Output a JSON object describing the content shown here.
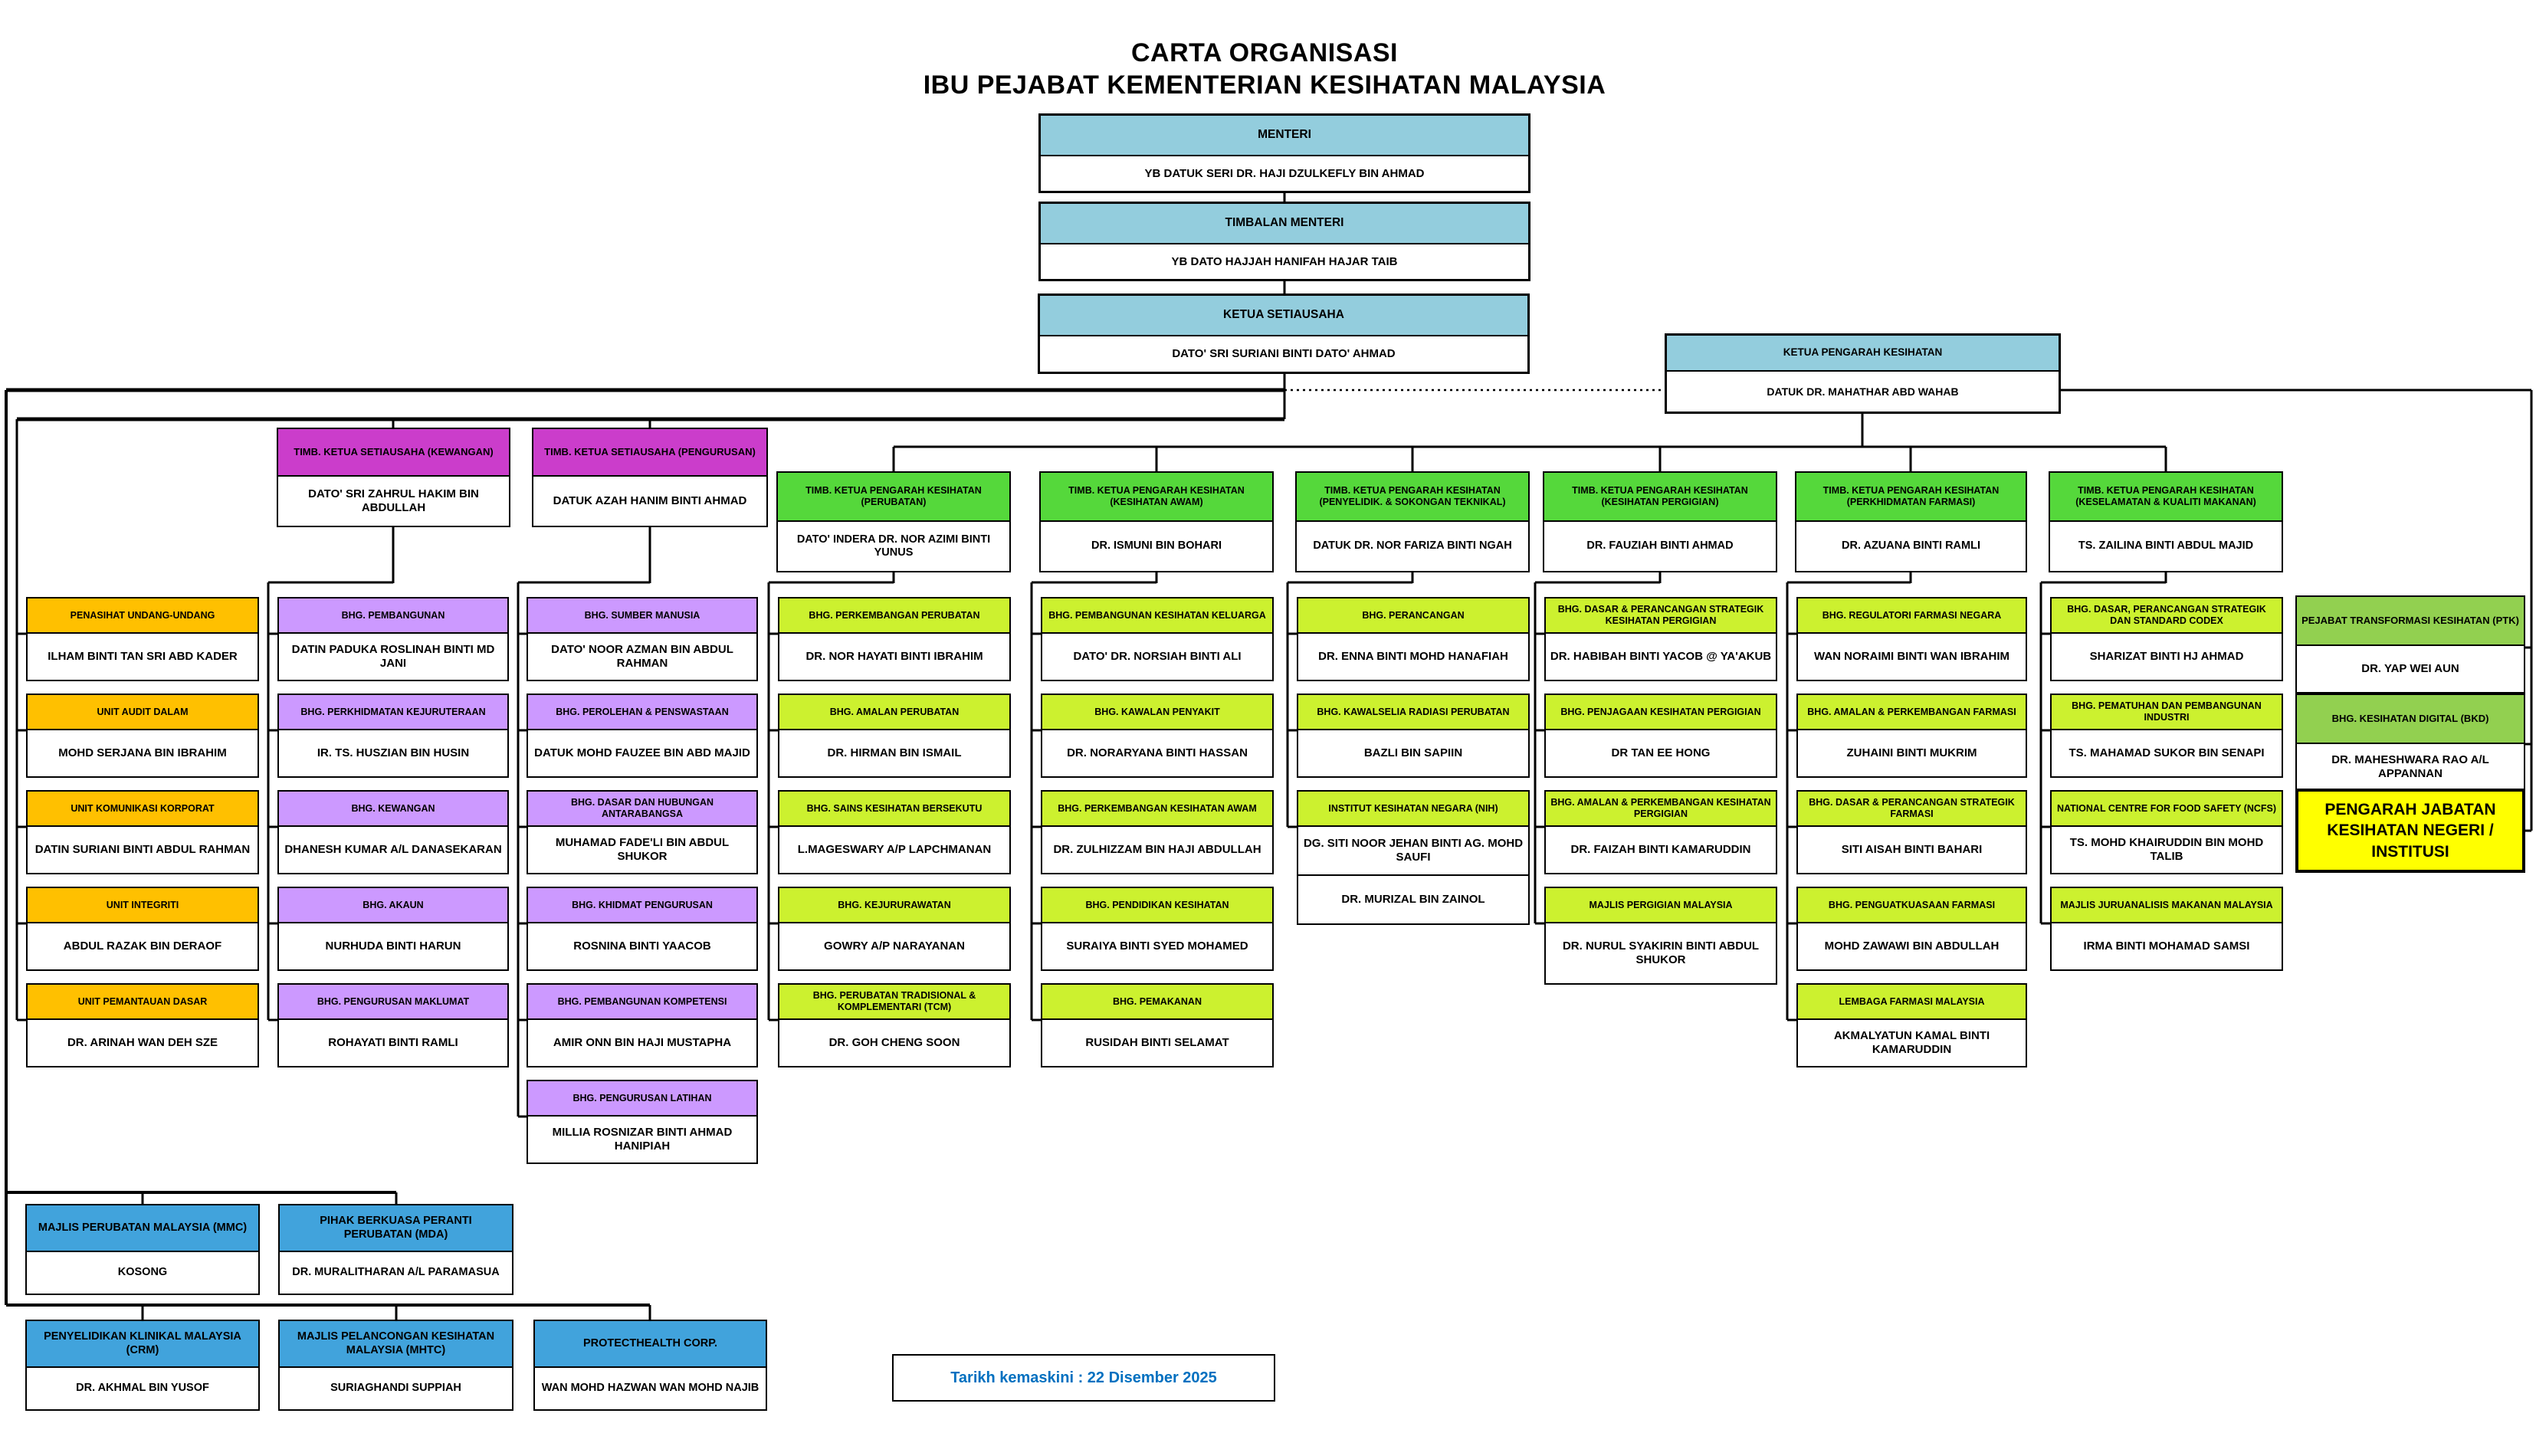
{
  "title": {
    "line1": "CARTA ORGANISASI",
    "line2": "IBU PEJABAT KEMENTERIAN KESIHATAN MALAYSIA"
  },
  "top": {
    "menteri": {
      "title": "MENTERI",
      "name": "YB DATUK SERI DR. HAJI DZULKEFLY BIN AHMAD"
    },
    "timbalan": {
      "title": "TIMBALAN MENTERI",
      "name": "YB DATO HAJJAH HANIFAH HAJAR TAIB"
    },
    "ksu": {
      "title": "KETUA SETIAUSAHA",
      "name": "DATO' SRI SURIANI BINTI DATO' AHMAD"
    },
    "kpk": {
      "title": "KETUA PENGARAH KESIHATAN",
      "name": "DATUK DR. MAHATHAR ABD WAHAB"
    }
  },
  "tksu": [
    {
      "title": "TIMB. KETUA  SETIAUSAHA (KEWANGAN)",
      "name": "DATO' SRI ZAHRUL HAKIM BIN ABDULLAH"
    },
    {
      "title": "TIMB. KETUA SETIAUSAHA (PENGURUSAN)",
      "name": "DATUK AZAH HANIM BINTI AHMAD"
    }
  ],
  "tkpk": [
    {
      "title": "TIMB. KETUA PENGARAH KESIHATAN (PERUBATAN)",
      "name": "DATO' INDERA DR. NOR AZIMI BINTI YUNUS"
    },
    {
      "title": "TIMB. KETUA PENGARAH KESIHATAN (KESIHATAN AWAM)",
      "name": "DR. ISMUNI BIN BOHARI"
    },
    {
      "title": "TIMB. KETUA PENGARAH KESIHATAN (PENYELIDIK. & SOKONGAN TEKNIKAL)",
      "name": "DATUK DR. NOR FARIZA BINTI NGAH"
    },
    {
      "title": "TIMB. KETUA PENGARAH KESIHATAN (KESIHATAN PERGIGIAN)",
      "name": "DR. FAUZIAH BINTI AHMAD"
    },
    {
      "title": "TIMB. KETUA PENGARAH KESIHATAN (PERKHIDMATAN FARMASI)",
      "name": "DR. AZUANA BINTI RAMLI"
    },
    {
      "title": "TIMB. KETUA PENGARAH KESIHATAN (KESELAMATAN & KUALITI MAKANAN)",
      "name": "TS. ZAILINA BINTI ABDUL MAJID"
    }
  ],
  "units": [
    {
      "title": "PENASIHAT UNDANG-UNDANG",
      "name": "ILHAM BINTI TAN SRI ABD KADER"
    },
    {
      "title": "UNIT AUDIT DALAM",
      "name": "MOHD SERJANA BIN IBRAHIM"
    },
    {
      "title": "UNIT KOMUNIKASI KORPORAT",
      "name": "DATIN SURIANI BINTI ABDUL RAHMAN"
    },
    {
      "title": "UNIT INTEGRITI",
      "name": "ABDUL RAZAK BIN DERAOF"
    },
    {
      "title": "UNIT PEMANTAUAN DASAR",
      "name": "DR. ARINAH WAN DEH SZE"
    }
  ],
  "kewangan_col": [
    {
      "title": "BHG. PEMBANGUNAN",
      "name": "DATIN PADUKA ROSLINAH BINTI MD JANI"
    },
    {
      "title": "BHG. PERKHIDMATAN KEJURUTERAAN",
      "name": "IR. TS. HUSZIAN BIN HUSIN"
    },
    {
      "title": "BHG. KEWANGAN",
      "name": "DHANESH KUMAR A/L DANASEKARAN"
    },
    {
      "title": "BHG. AKAUN",
      "name": "NURHUDA BINTI HARUN"
    },
    {
      "title": "BHG. PENGURUSAN MAKLUMAT",
      "name": "ROHAYATI BINTI RAMLI"
    }
  ],
  "pengurusan_col": [
    {
      "title": "BHG. SUMBER MANUSIA",
      "name": "DATO' NOOR AZMAN BIN ABDUL RAHMAN"
    },
    {
      "title": "BHG. PEROLEHAN & PENSWASTAAN",
      "name": "DATUK MOHD FAUZEE BIN ABD MAJID"
    },
    {
      "title": "BHG. DASAR DAN HUBUNGAN ANTARABANGSA",
      "name": "MUHAMAD FADE'LI BIN ABDUL SHUKOR"
    },
    {
      "title": "BHG. KHIDMAT PENGURUSAN",
      "name": "ROSNINA BINTI YAACOB"
    },
    {
      "title": "BHG. PEMBANGUNAN KOMPETENSI",
      "name": "AMIR ONN BIN HAJI MUSTAPHA"
    },
    {
      "title": "BHG. PENGURUSAN LATIHAN",
      "name": "MILLIA ROSNIZAR BINTI AHMAD HANIPIAH"
    }
  ],
  "perubatan_col": [
    {
      "title": "BHG. PERKEMBANGAN PERUBATAN",
      "name": "DR. NOR HAYATI BINTI IBRAHIM"
    },
    {
      "title": "BHG. AMALAN PERUBATAN",
      "name": "DR. HIRMAN BIN ISMAIL"
    },
    {
      "title": "BHG. SAINS KESIHATAN BERSEKUTU",
      "name": "L.MAGESWARY A/P LAPCHMANAN"
    },
    {
      "title": "BHG. KEJURURAWATAN",
      "name": "GOWRY A/P NARAYANAN"
    },
    {
      "title": "BHG. PERUBATAN TRADISIONAL & KOMPLEMENTARI (TCM)",
      "name": "DR. GOH CHENG SOON"
    }
  ],
  "awam_col": [
    {
      "title": "BHG. PEMBANGUNAN KESIHATAN KELUARGA",
      "name": "DATO' DR. NORSIAH BINTI ALI"
    },
    {
      "title": "BHG. KAWALAN PENYAKIT",
      "name": "DR. NORARYANA BINTI HASSAN"
    },
    {
      "title": "BHG. PERKEMBANGAN KESIHATAN AWAM",
      "name": "DR. ZULHIZZAM BIN HAJI ABDULLAH"
    },
    {
      "title": "BHG. PENDIDIKAN KESIHATAN",
      "name": "SURAIYA BINTI SYED MOHAMED"
    },
    {
      "title": "BHG. PEMAKANAN",
      "name": "RUSIDAH BINTI SELAMAT"
    }
  ],
  "teknikal_col": [
    {
      "title": "BHG. PERANCANGAN",
      "name": "DR. ENNA BINTI MOHD HANAFIAH"
    },
    {
      "title": "BHG. KAWALSELIA RADIASI PERUBATAN",
      "name": "BAZLI BIN SAPIIN"
    },
    {
      "title": "INSTITUT KESIHATAN NEGARA (NIH)",
      "name": "DG. SITI NOOR JEHAN BINTI AG. MOHD SAUFI",
      "name2": "DR. MURIZAL BIN ZAINOL"
    }
  ],
  "pergigian_col": [
    {
      "title": "BHG. DASAR & PERANCANGAN STRATEGIK KESIHATAN PERGIGIAN",
      "name": "DR. HABIBAH BINTI YACOB @ YA'AKUB"
    },
    {
      "title": "BHG. PENJAGAAN KESIHATAN PERGIGIAN",
      "name": "DR TAN EE HONG"
    },
    {
      "title": "BHG. AMALAN & PERKEMBANGAN KESIHATAN PERGIGIAN",
      "name": "DR. FAIZAH BINTI KAMARUDDIN"
    },
    {
      "title": "MAJLIS PERGIGIAN MALAYSIA",
      "name": "DR. NURUL SYAKIRIN BINTI ABDUL SHUKOR"
    }
  ],
  "farmasi_col": [
    {
      "title": "BHG. REGULATORI FARMASI NEGARA",
      "name": "WAN NORAIMI BINTI WAN IBRAHIM"
    },
    {
      "title": "BHG. AMALAN & PERKEMBANGAN FARMASI",
      "name": "ZUHAINI BINTI MUKRIM"
    },
    {
      "title": "BHG. DASAR & PERANCANGAN STRATEGIK FARMASI",
      "name": "SITI AISAH BINTI BAHARI"
    },
    {
      "title": "BHG. PENGUATKUASAAN FARMASI",
      "name": "MOHD ZAWAWI BIN ABDULLAH"
    },
    {
      "title": "LEMBAGA FARMASI MALAYSIA",
      "name": "AKMALYATUN KAMAL BINTI KAMARUDDIN"
    }
  ],
  "makanan_col": [
    {
      "title": "BHG. DASAR, PERANCANGAN STRATEGIK DAN STANDARD CODEX",
      "name": "SHARIZAT BINTI HJ AHMAD"
    },
    {
      "title": "BHG. PEMATUHAN DAN PEMBANGUNAN INDUSTRI",
      "name": "TS. MAHAMAD SUKOR BIN SENAPI"
    },
    {
      "title": "NATIONAL CENTRE FOR FOOD SAFETY (NCFS)",
      "name": "TS. MOHD KHAIRUDDIN BIN MOHD TALIB"
    },
    {
      "title": "MAJLIS JURUANALISIS MAKANAN MALAYSIA",
      "name": "IRMA BINTI MOHAMAD SAMSI"
    }
  ],
  "right_col": {
    "ptk": {
      "title": "PEJABAT TRANSFORMASI KESIHATAN (PTK)",
      "name": "DR. YAP WEI AUN"
    },
    "bkd": {
      "title": "BHG. KESIHATAN DIGITAL (BKD)",
      "name": "DR. MAHESHWARA RAO A/L APPANNAN"
    },
    "negeri": "PENGARAH JABATAN KESIHATAN NEGERI / INSTITUSI"
  },
  "agencies_row1": [
    {
      "title": "MAJLIS PERUBATAN MALAYSIA (MMC)",
      "name": "KOSONG"
    },
    {
      "title": "PIHAK BERKUASA PERANTI PERUBATAN (MDA)",
      "name": "DR. MURALITHARAN A/L PARAMASUA"
    }
  ],
  "agencies_row2": [
    {
      "title": "PENYELIDIKAN KLINIKAL MALAYSIA (CRM)",
      "name": "DR. AKHMAL BIN YUSOF"
    },
    {
      "title": "MAJLIS PELANCONGAN KESIHATAN MALAYSIA (MHTC)",
      "name": "SURIAGHANDI SUPPIAH"
    },
    {
      "title": "PROTECTHEALTH CORP.",
      "name": "WAN MOHD HAZWAN WAN MOHD NAJIB"
    }
  ],
  "footer": {
    "updated": "Tarikh kemaskini : 22 Disember 2025"
  },
  "colors": {
    "light_blue": "#93CDDD",
    "magenta": "#CB3DCB",
    "bright_green": "#55D83B",
    "lime": "#CCF12F",
    "orange": "#FFC000",
    "purple": "#CC99FF",
    "medium_green": "#92D050",
    "yellow": "#FFFF00",
    "agency_blue": "#41A3DC",
    "date_text": "#0070C0"
  }
}
